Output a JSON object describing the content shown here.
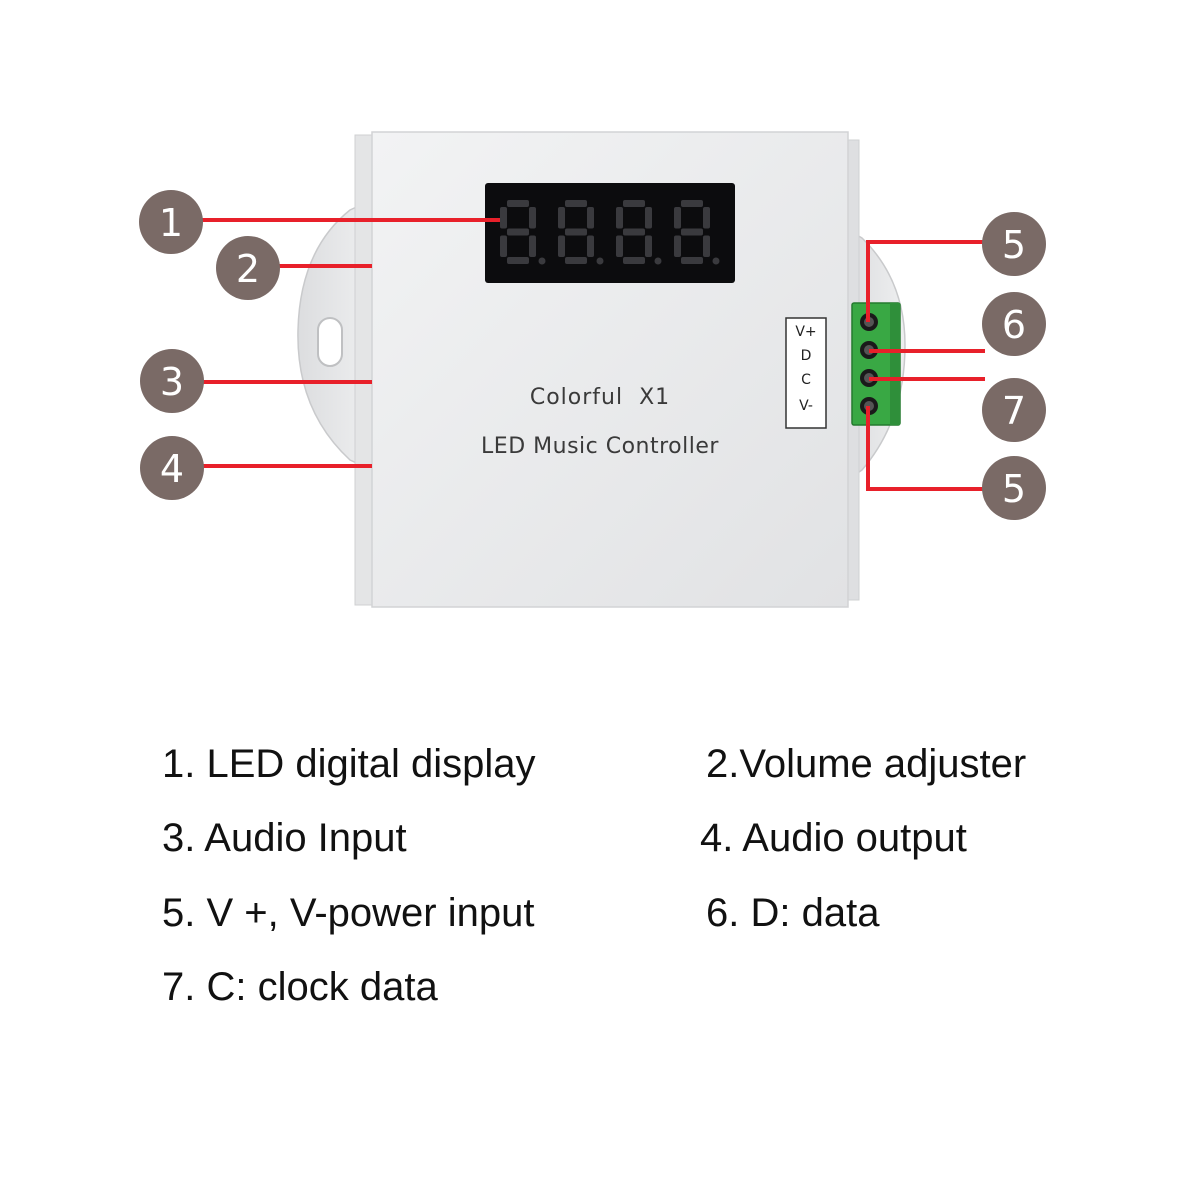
{
  "device": {
    "brand_line": "Colorful  X1",
    "product_line": "LED Music Controller",
    "display_digits": "8.8.8.8.",
    "terminal_labels": [
      "V+",
      "D",
      "C",
      "V-"
    ]
  },
  "callouts": {
    "c1": "1",
    "c2": "2",
    "c3": "3",
    "c4": "4",
    "c5a": "5",
    "c6": "6",
    "c7": "7",
    "c5b": "5"
  },
  "legend": {
    "l1": "1. LED digital display",
    "l2": "2.Volume adjuster",
    "l3": "3. Audio Input",
    "l4": "4. Audio output",
    "l5": "5. V +, V-power input",
    "l6": "6. D: data",
    "l7": "7. C: clock data"
  },
  "colors": {
    "leader_line": "#e8202a",
    "callout_fill": "#7a6a66",
    "callout_text": "#ffffff",
    "device_body": "#ecedee",
    "display_bg": "#0c0c0e",
    "segment": "#3a3a3e",
    "terminal_block": "#39a844"
  }
}
